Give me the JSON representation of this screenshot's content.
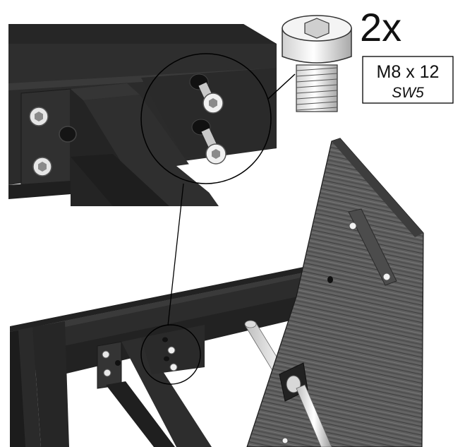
{
  "callout": {
    "quantity": "2x",
    "screw_size": "M8 x 12",
    "wrench_size": "SW5"
  },
  "icons": {
    "screw": "socket-head-cap-screw-icon"
  },
  "colors": {
    "frame": "#2a2a2a",
    "frame_dark": "#1b1b1b",
    "frame_edge": "#3a3a3a",
    "wood": "#5a5a5a",
    "screw_silver": "#e8e8e8",
    "line": "#000000"
  }
}
